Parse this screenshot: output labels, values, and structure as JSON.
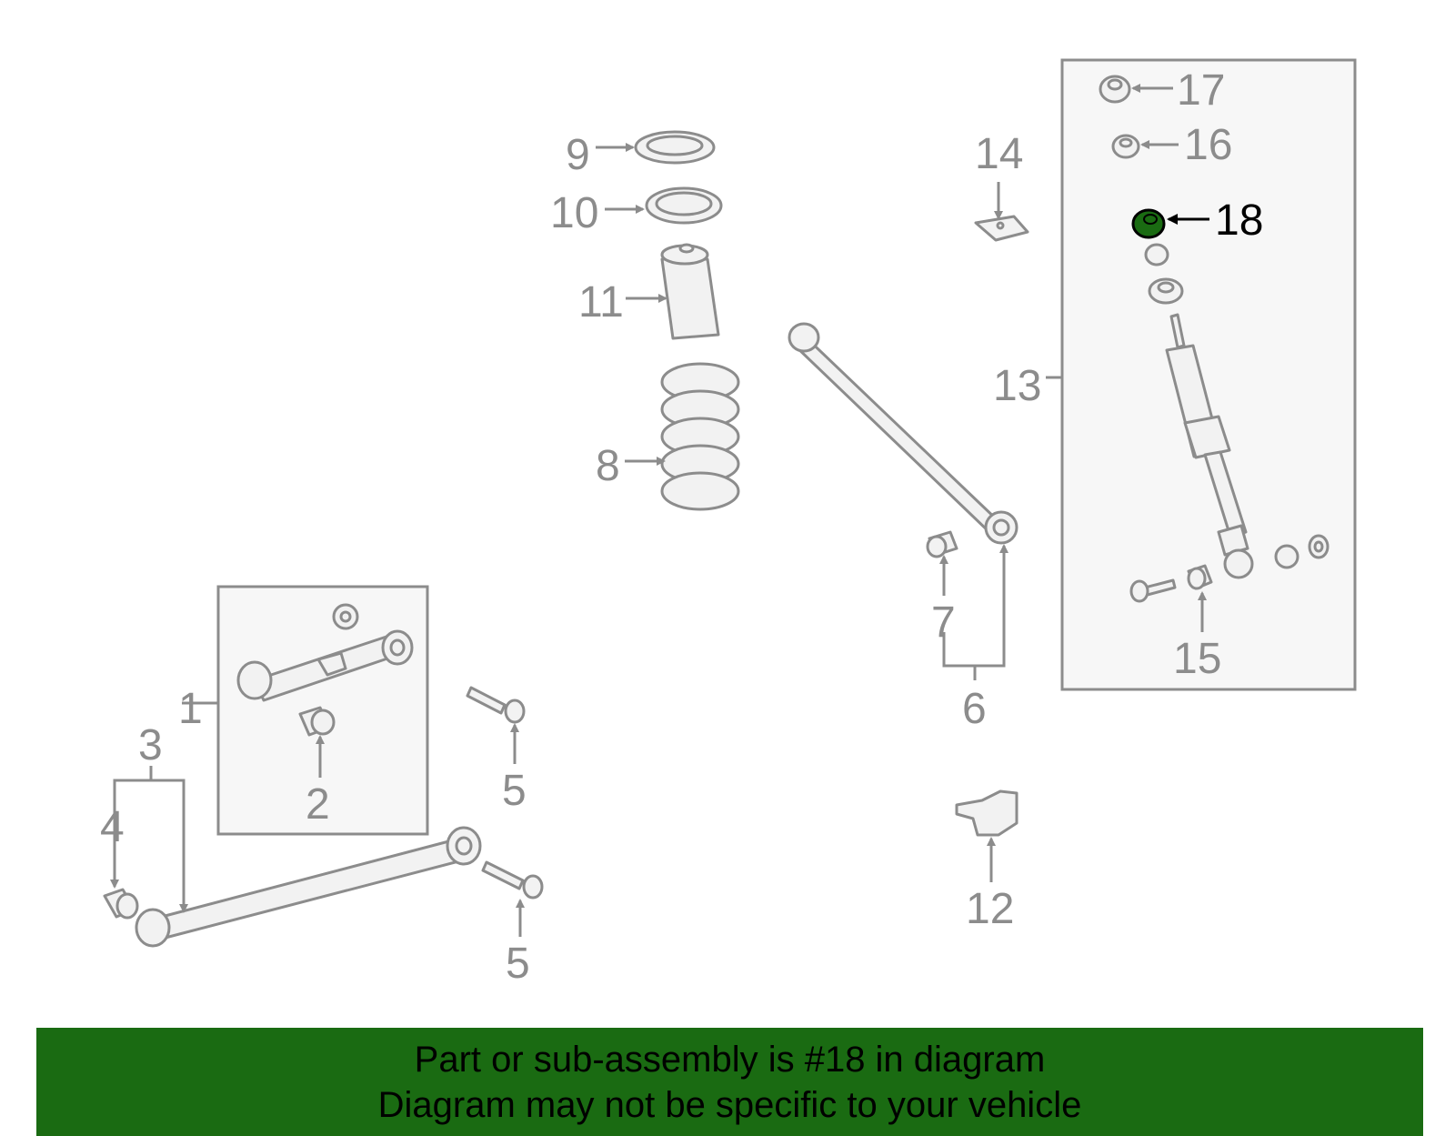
{
  "callouts": {
    "c1": "1",
    "c2": "2",
    "c3": "3",
    "c4": "4",
    "c5a": "5",
    "c5b": "5",
    "c6": "6",
    "c7": "7",
    "c8": "8",
    "c9": "9",
    "c10": "10",
    "c11": "11",
    "c12": "12",
    "c13": "13",
    "c14": "14",
    "c15": "15",
    "c16": "16",
    "c17": "17",
    "c18": "18"
  },
  "highlight": {
    "part_number": "18",
    "color": "#1a6b12"
  },
  "banner": {
    "line1": "Part or sub-assembly is #18 in diagram",
    "line2": "Diagram may not be specific to your vehicle"
  },
  "colors": {
    "line": "#8c8c8c",
    "box_fill": "#f7f7f7",
    "banner_bg": "#1a6b12"
  }
}
